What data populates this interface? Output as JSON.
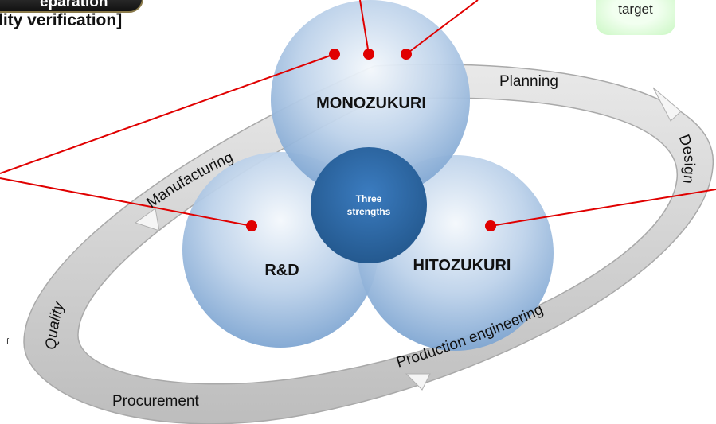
{
  "header": {
    "preparation_text": "eparation",
    "verification_text": "lity verification]"
  },
  "target_label": "target",
  "diagram": {
    "center": {
      "line1": "Three",
      "line2": "strengths"
    },
    "circles": {
      "top": "MONOZUKURI",
      "left": "R&D",
      "right": "HITOZUKURI"
    },
    "ring_labels": {
      "planning": "Planning",
      "design": "Design",
      "manufacturing": "Manufacturing",
      "quality": "Quality",
      "procurement": "Procurement",
      "production_engineering": "Production engineering"
    }
  },
  "fragment_text": "f",
  "colors": {
    "ring": "#c8c8c8",
    "circle_light": "#e8f0f8",
    "circle_dark": "#8fb0d8",
    "center": "#2e6cb0",
    "connector": "#e00000",
    "dot": "#e00000"
  }
}
